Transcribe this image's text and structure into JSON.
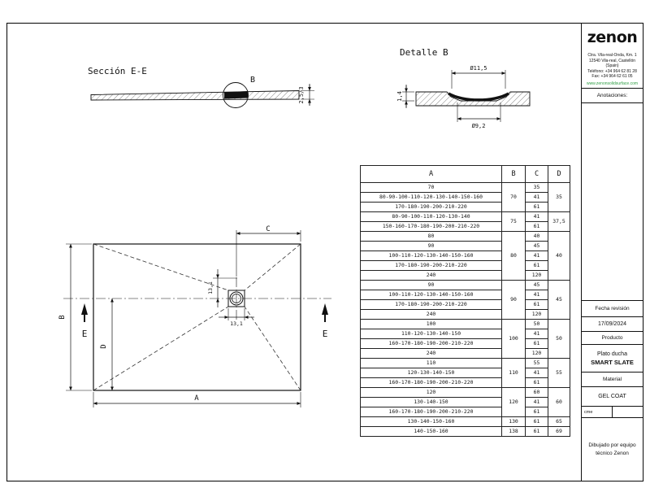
{
  "drawing": {
    "section": {
      "label": "Sección E-E",
      "circle_label": "B",
      "thickness_dim": "2,5/3"
    },
    "detail": {
      "label": "Detalle B",
      "dim_top": "Ø11,5",
      "dim_left": "1,4",
      "dim_bottom": "Ø9,2"
    },
    "plan": {
      "dim_a": "A",
      "dim_b": "B",
      "dim_c": "C",
      "dim_d": "D",
      "drain_dim_v": "13,1",
      "drain_dim_h": "13,1",
      "section_marker": "E"
    }
  },
  "table": {
    "headers": [
      "A",
      "B",
      "C",
      "D"
    ],
    "groups": [
      {
        "b": "70",
        "d": "35",
        "rows": [
          [
            "70",
            "35"
          ],
          [
            "80-90-100-110-120-130-140-150-160",
            "41"
          ],
          [
            "170-180-190-200-210-220",
            "61"
          ]
        ]
      },
      {
        "b": "75",
        "d": "37,5",
        "rows": [
          [
            "80-90-100-110-120-130-140",
            "41"
          ],
          [
            "150-160-170-180-190-200-210-220",
            "61"
          ]
        ]
      },
      {
        "b": "80",
        "d": "40",
        "rows": [
          [
            "80",
            "40"
          ],
          [
            "90",
            "45"
          ],
          [
            "100-110-120-130-140-150-160",
            "41"
          ],
          [
            "170-180-190-200-210-220",
            "61"
          ],
          [
            "240",
            "120"
          ]
        ]
      },
      {
        "b": "90",
        "d": "45",
        "rows": [
          [
            "90",
            "45"
          ],
          [
            "100-110-120-130-140-150-160",
            "41"
          ],
          [
            "170-180-190-200-210-220",
            "61"
          ],
          [
            "240",
            "120"
          ]
        ]
      },
      {
        "b": "100",
        "d": "50",
        "rows": [
          [
            "100",
            "50"
          ],
          [
            "110-120-130-140-150",
            "41"
          ],
          [
            "160-170-180-190-200-210-220",
            "61"
          ],
          [
            "240",
            "120"
          ]
        ]
      },
      {
        "b": "110",
        "d": "55",
        "rows": [
          [
            "110",
            "55"
          ],
          [
            "120-130-140-150",
            "41"
          ],
          [
            "160-170-180-190-200-210-220",
            "61"
          ]
        ]
      },
      {
        "b": "120",
        "d": "60",
        "rows": [
          [
            "120",
            "60"
          ],
          [
            "130-140-150",
            "41"
          ],
          [
            "160-170-180-190-200-210-220",
            "61"
          ]
        ]
      },
      {
        "b": "130",
        "d": "65",
        "rows": [
          [
            "130-140-150-160",
            "61"
          ]
        ]
      },
      {
        "b": "138",
        "d": "69",
        "rows": [
          [
            "140-150-160",
            "61"
          ]
        ]
      }
    ]
  },
  "titleblock": {
    "logo": "zenon",
    "address_lines": [
      "Ctra. Vila-real-Onda, Km. 1",
      "12540 Vila-real, Castellón",
      "(Spain)",
      "Teléfono: +34 964 62 81 28",
      "Fax: +34 964 62 61 05"
    ],
    "website": "www.zenonsolidsurface.com",
    "website_color": "#2f9e44",
    "annotations_label": "Anotaciones:",
    "revision_label": "Fecha revisión",
    "revision_date": "17/09/2024",
    "product_label": "Producto",
    "product_line1": "Plato ducha",
    "product_line2": "SMART SLATE",
    "material_label": "Material",
    "material_value": "GEL COAT",
    "cme_label": "cme",
    "drawn_by": "Dibujado por equipo técnico Zenon"
  }
}
